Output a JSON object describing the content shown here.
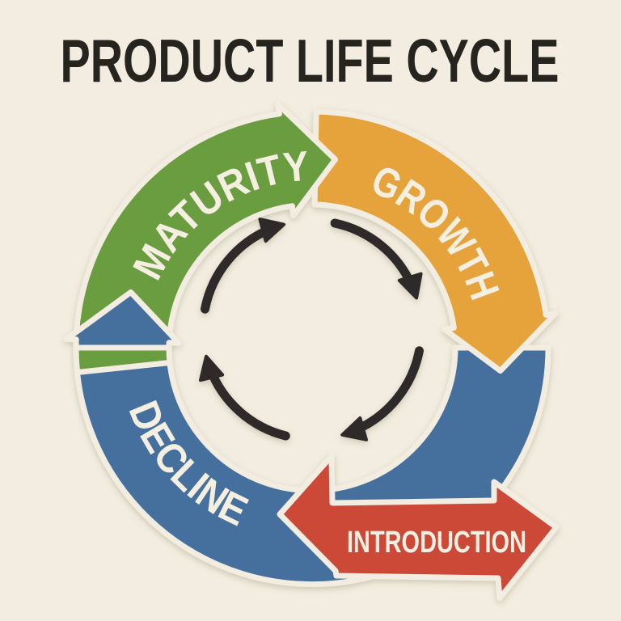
{
  "title": "PRODUCT LIFE CYCLE",
  "palette": {
    "background": "#f2ede0",
    "title_text": "#26241e",
    "label_text": "#f4efe1",
    "gap_outline": "#f2ede0",
    "inner_arrows": "#2e2c29",
    "maturity_green": "#6b9c41",
    "growth_orange": "#e6a23a",
    "decline_blue": "#44709e",
    "introduction_red": "#cc4a38"
  },
  "diagram": {
    "type": "cycle",
    "direction": "clockwise",
    "stages": [
      {
        "id": "introduction",
        "label": "INTRODUCTION",
        "color": "#cc4a38",
        "position": "bottom-right-breakout-arrow"
      },
      {
        "id": "growth",
        "label": "GROWTH",
        "color": "#e6a23a",
        "position": "top-right-arc"
      },
      {
        "id": "maturity",
        "label": "MATURITY",
        "color": "#6b9c41",
        "position": "top-left-arc"
      },
      {
        "id": "decline",
        "label": "DECLINE",
        "color": "#44709e",
        "position": "bottom-left-arc"
      }
    ],
    "inner_rotation_arrow_count": 4
  }
}
